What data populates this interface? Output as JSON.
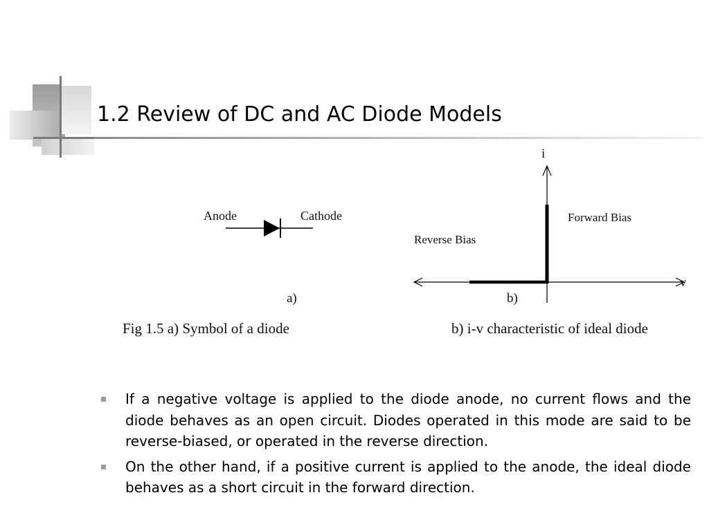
{
  "slide": {
    "title": "1.2 Review of DC and AC Diode Models"
  },
  "figure": {
    "symbol": {
      "anode_label": "Anode",
      "cathode_label": "Cathode",
      "sub_label": "a)"
    },
    "iv": {
      "y_axis_label": "i",
      "x_axis_label": "v",
      "forward_label": "Forward Bias",
      "reverse_label": "Reverse Bias",
      "sub_label": "b)"
    },
    "caption_left": "Fig 1.5 a) Symbol of a diode",
    "caption_right": "b) i-v characteristic of ideal diode"
  },
  "bullets": [
    "If a negative voltage is applied to the diode anode, no current flows and the diode behaves as an open circuit. Diodes operated in this mode are said to be reverse-biased, or operated in the reverse direction.",
    "On the other hand, if a positive current is applied to the anode, the ideal diode behaves as a short circuit in the forward direction."
  ],
  "colors": {
    "text": "#000000",
    "bullet_marker": "#9a9a9a",
    "decoration_gray": "#8a8a8a"
  }
}
